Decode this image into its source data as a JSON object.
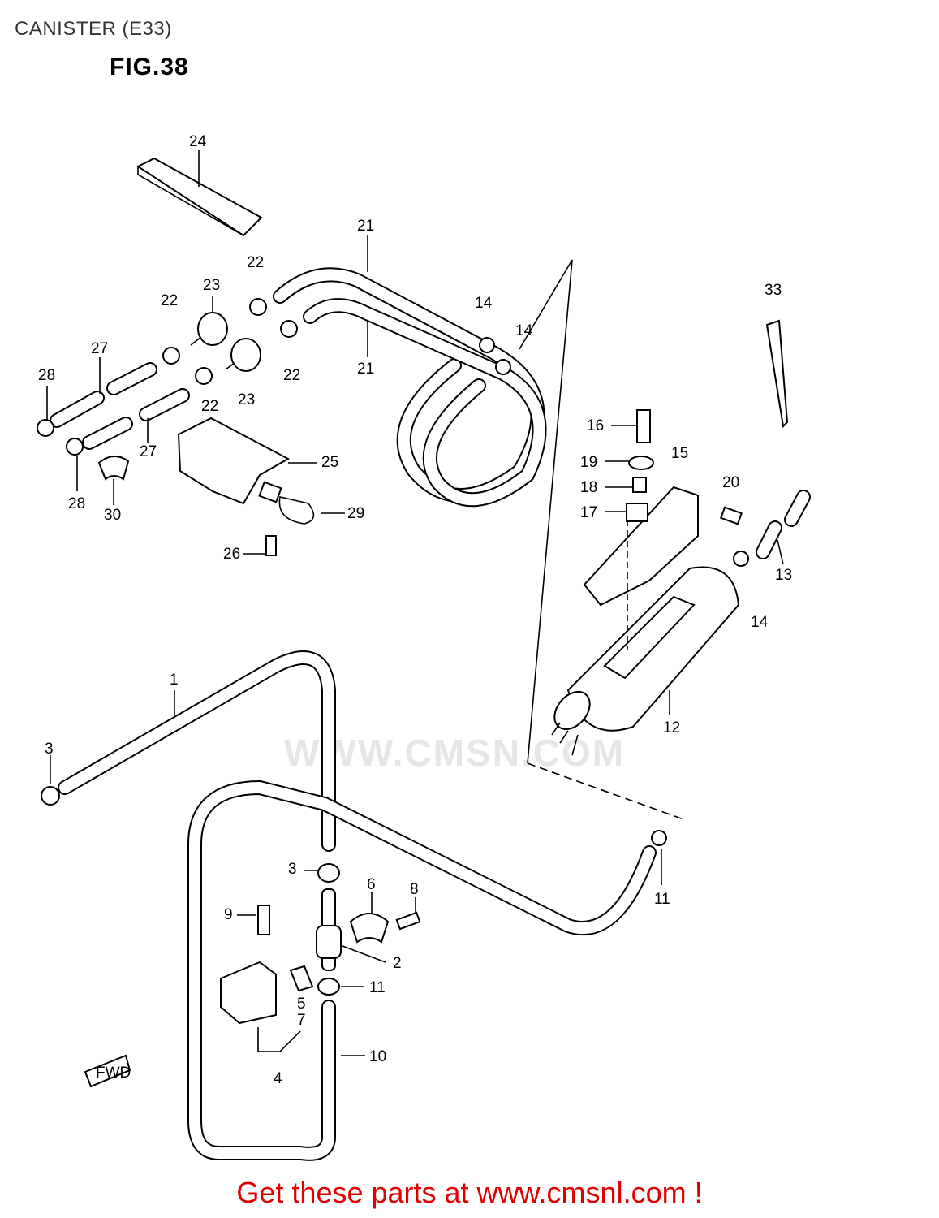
{
  "header": {
    "title": "CANISTER (E33)",
    "figure": "FIG.38"
  },
  "watermark": "WWW.CMSN.COM",
  "footer": {
    "text": "Get these parts at www.cmsnl.com !"
  },
  "callouts": [
    "1",
    "2",
    "3",
    "3",
    "4",
    "5",
    "6",
    "7",
    "8",
    "9",
    "10",
    "11",
    "11",
    "12",
    "13",
    "14",
    "14",
    "14",
    "15",
    "16",
    "17",
    "18",
    "19",
    "20",
    "21",
    "21",
    "22",
    "22",
    "22",
    "22",
    "23",
    "23",
    "24",
    "25",
    "26",
    "27",
    "27",
    "28",
    "28",
    "29",
    "30",
    "33"
  ],
  "fwd_label": "FWD"
}
